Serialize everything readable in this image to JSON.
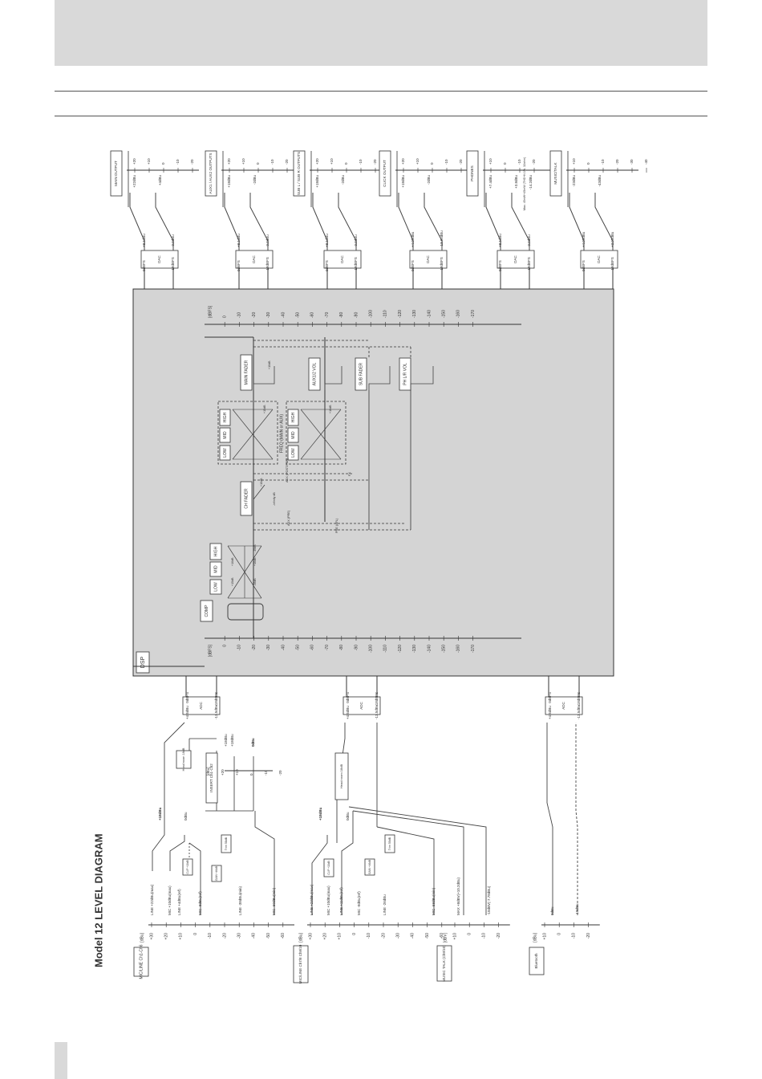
{
  "title": "Model 12 LEVEL DIAGRAM",
  "dsp_label": "DSP",
  "inputs": [
    {
      "name": "MIC/LINE Ch1-Ch6",
      "scale_unit": "[dBu]",
      "scale": [
        "+30",
        "+20",
        "+10",
        "0",
        "-10",
        "-20",
        "-30",
        "-40",
        "-50",
        "-60"
      ],
      "levels": [
        "LINE +22dBu(max)",
        "MIC +10dBu(max)",
        "LINE +4dBu(ref)",
        "MIC -8dBu(ref)",
        "LINE -38dBu(min)",
        "MIC -50dBu(min)"
      ],
      "notes": [
        "Trim 58dB",
        "+18dBu",
        "0dBu",
        "Head room 18dB",
        "CLIP +10dB",
        "GAIN +46dB",
        "Head room 18dB"
      ],
      "adc": "ADC",
      "adc_in": [
        "+4.5dBu",
        "-13.5dBu"
      ],
      "adc_out": [
        "0dBFS",
        "-18dBFS"
      ]
    },
    {
      "name": "MIC/LINE Ch7/8 Ch9/10",
      "scale_unit": "[dBu]",
      "scale": [
        "+30",
        "+20",
        "+10",
        "0",
        "-10",
        "-20",
        "-30",
        "-40",
        "-50",
        "-60"
      ],
      "levels": [
        "LINE +23dBu(max)",
        "MIC +10dBu(max)",
        "LINE +11dBu(ref)",
        "MIC -8dBu(ref)",
        "LINE -26dBu",
        "MIC -58dBu(min)"
      ],
      "notes": [
        "Trim 50dB",
        "+18dBu",
        "0dBu",
        "Head room 18dB",
        "CLIP +10dB",
        "GAIN +46dB"
      ],
      "adc": "ADC",
      "adc_in": [
        "+4.5dBu",
        "-13.5dBu"
      ],
      "adc_out": [
        "0dBFS",
        "-18dBFS"
      ]
    },
    {
      "name": "MUSIC TALK (Ch9/10)",
      "scale_unit": "[dBV]",
      "scale": [
        "+10",
        "0",
        "-10",
        "-20"
      ],
      "levels": [
        "MAX +8dBV(+10.2dBu)",
        "-10dBV(-7.78dBu)"
      ]
    },
    {
      "name": "Bluetooth",
      "scale_unit": "[dBu]",
      "scale": [
        "+10",
        "0",
        "-10",
        "-20"
      ],
      "levels": [
        "0dBu",
        "-18dBu"
      ],
      "adc": "ADC",
      "adc_in": [
        "+4.5dBu",
        "-13.5dBu"
      ],
      "adc_out": [
        "0dBFS",
        "-18dBFS"
      ]
    }
  ],
  "insert": {
    "label": "INSERT Ch1-Ch2",
    "scale": [
      "[dBu]",
      "+20",
      "+10",
      "0",
      "-10",
      "-20"
    ],
    "levels": [
      "+18dBu",
      "0dBu",
      "+18dBu",
      "0dBu"
    ]
  },
  "dsp": {
    "scale": [
      "[dBFS]",
      "0",
      "-10",
      "-20",
      "-30",
      "-40",
      "-50",
      "-60",
      "-70",
      "-80",
      "-90",
      "-100",
      "-110",
      "-120",
      "-130",
      "-140",
      "-150",
      "-160",
      "-170"
    ],
    "blocks": [
      "COMP",
      "LOW",
      "MID",
      "HIGH",
      "CH FADER",
      "LOW",
      "MID",
      "HIGH",
      "LOW",
      "MID",
      "HIGH",
      "MAIN FADER",
      "AUX1/2 VOL",
      "SUB FADER",
      "PH L/R VOL"
    ],
    "group_label": "FREQ (MAIN or AUX)",
    "gain_tags": [
      "+10dB",
      "+10dB",
      "+15dB",
      "-15dB",
      "-15dB",
      "-infinity dB",
      "+10dB",
      "+15dB",
      "+10dB",
      "+10dB"
    ],
    "bus_labels": [
      "AUX (PRE)",
      "PRE (AFL)",
      "AUX (POST/PAN)",
      "FX"
    ]
  },
  "outputs": [
    {
      "name": "MAIN OUTPUT",
      "scale": [
        "+20",
        "+10",
        "0",
        "-10",
        "-20"
      ],
      "levels": [
        "+22dBu",
        "+4dBu"
      ],
      "dac": "DAC",
      "dac_in": [
        "0dBFS",
        "-18dBFS"
      ],
      "dac_out": [
        "+8.1dBu",
        "-9.9dBu"
      ]
    },
    {
      "name": "AUX1 / AUX2 OUTPUTS",
      "scale": [
        "+20",
        "+10",
        "0",
        "-10",
        "-20"
      ],
      "levels": [
        "+18dBu",
        "-2dBu"
      ],
      "dac": "DAC",
      "dac_in": [
        "0dBFS",
        "-18dBFS"
      ],
      "dac_out": [
        "+8.1dBu",
        "-9.9dBu"
      ]
    },
    {
      "name": "SUB L / SUB R OUTPUTS",
      "scale": [
        "+20",
        "+10",
        "0",
        "-10",
        "-20"
      ],
      "levels": [
        "+18dBu",
        "-2dBu"
      ],
      "dac": "DAC",
      "dac_in": [
        "0dBFS",
        "-18dBFS"
      ],
      "dac_out": [
        "+8.1dBu",
        "-9.9dBu"
      ]
    },
    {
      "name": "CLICK OUTPUT",
      "scale": [
        "+20",
        "+10",
        "0",
        "-10",
        "-20"
      ],
      "levels": [
        "+18dBu",
        "-2dBu"
      ],
      "dac": "DAC",
      "dac_in": [
        "0dBFS",
        "-18dBFS"
      ],
      "dac_out": [
        "+4.05dBu",
        "-13.95dBu"
      ]
    },
    {
      "name": "PHONES",
      "scale": [
        "+10",
        "0",
        "-10",
        "-20"
      ],
      "levels": [
        "+7.4dBu",
        "+3.8dBu",
        "-14.2dBu"
      ],
      "dac": "DAC",
      "dac_in": [
        "0dBFS",
        "-18dBFS"
      ],
      "dac_out": [
        "+8.1dBu",
        "-9.9dBu"
      ],
      "note": "Max. 45mW+45mW (THD+N 1%, 32ohm)"
    },
    {
      "name": "MUSIC/TALK",
      "scale": [
        "+10",
        "0",
        "-10",
        "-20",
        "-30",
        "-40"
      ],
      "levels": [
        "-23dBu",
        "-43dBu"
      ],
      "dac": "DAC",
      "dac_in": [
        "0dBFS",
        "-18dBFS"
      ],
      "dac_out": [
        "+4.05dBu",
        "+3.95dBu"
      ]
    }
  ]
}
